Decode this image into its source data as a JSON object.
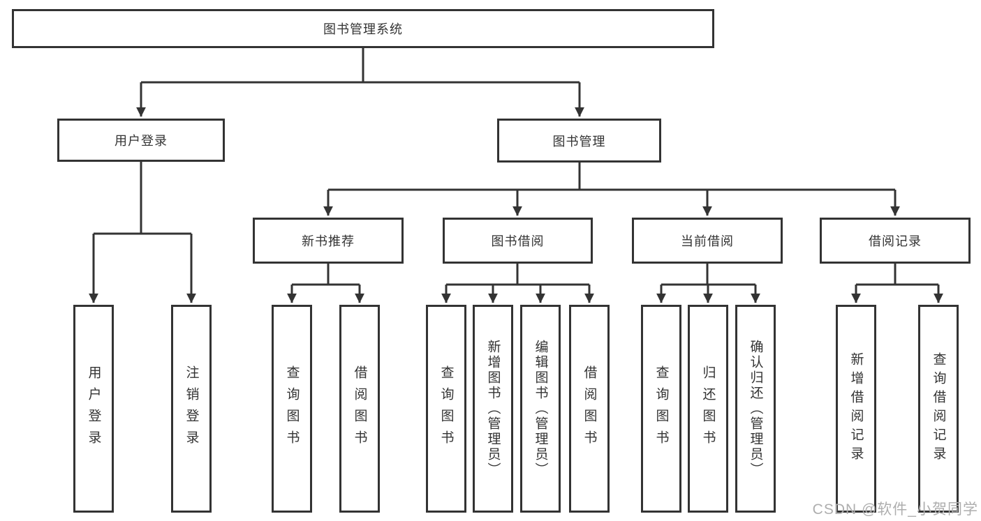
{
  "tree": {
    "root": {
      "label": "图书管理系统",
      "children": [
        {
          "label": "用户登录",
          "children": [
            {
              "label": "用户登录"
            },
            {
              "label": "注销登录"
            }
          ]
        },
        {
          "label": "图书管理",
          "children": [
            {
              "label": "新书推荐",
              "children": [
                {
                  "label": "查询图书"
                },
                {
                  "label": "借阅图书"
                }
              ]
            },
            {
              "label": "图书借阅",
              "children": [
                {
                  "label": "查询图书"
                },
                {
                  "label": "新增图书（管理员）"
                },
                {
                  "label": "编辑图书（管理员）"
                },
                {
                  "label": "借阅图书"
                }
              ]
            },
            {
              "label": "当前借阅",
              "children": [
                {
                  "label": "查询图书"
                },
                {
                  "label": "归还图书"
                },
                {
                  "label": "确认归还（管理员）"
                }
              ]
            },
            {
              "label": "借阅记录",
              "children": [
                {
                  "label": "新增借阅记录"
                },
                {
                  "label": "查询借阅记录"
                }
              ]
            }
          ]
        }
      ]
    }
  },
  "watermark": {
    "text": "CSDN @软件_小贺同学"
  },
  "colors": {
    "line": "#333333",
    "box_border": "#333333",
    "text": "#333333",
    "background": "#ffffff",
    "watermark": "#aeaeae"
  }
}
